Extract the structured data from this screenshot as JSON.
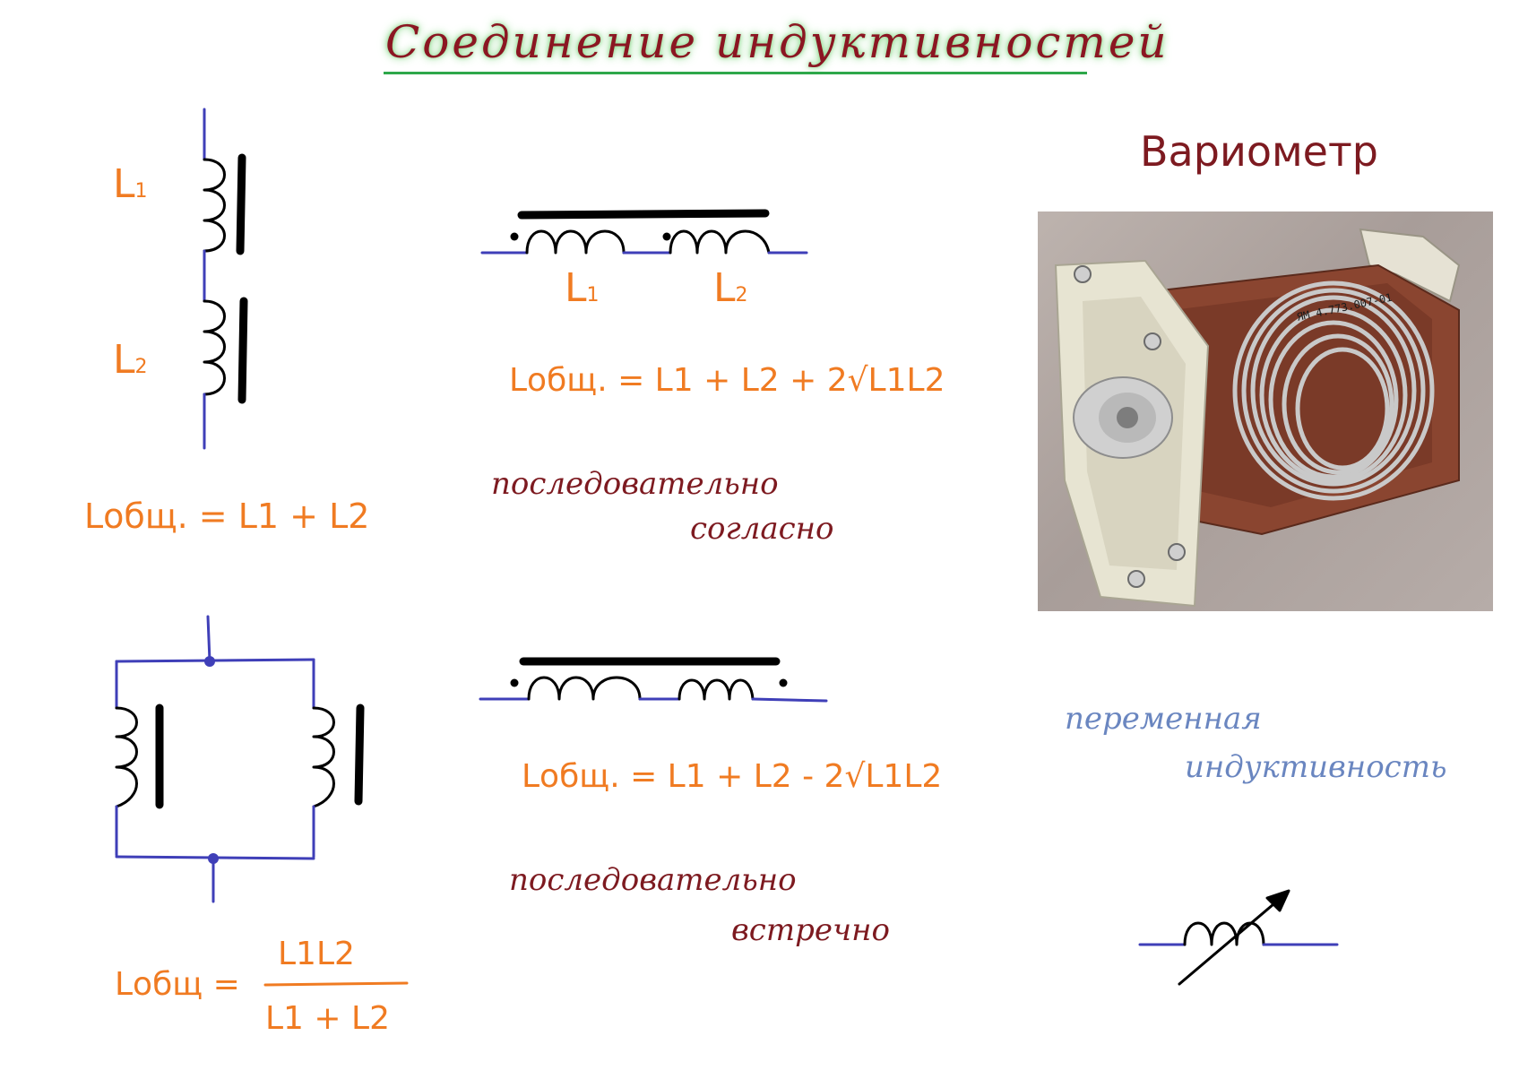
{
  "title": "Соединение индуктивностей",
  "variometer": {
    "heading": "Вариометр",
    "caption_line1": "переменная",
    "caption_line2": "индуктивность",
    "photo_label": "ЯМ 4.773.007-01"
  },
  "series_vertical": {
    "label_L1": "L",
    "label_L1_sub": "1",
    "label_L2": "L",
    "label_L2_sub": "2",
    "formula": "Lобщ. = L1 + L2"
  },
  "series_aiding": {
    "label_L1": "L",
    "label_L1_sub": "1",
    "label_L2": "L",
    "label_L2_sub": "2",
    "formula": "Lобщ. = L1 + L2 + 2√L1L2",
    "caption_line1": "последовательно",
    "caption_line2": "согласно"
  },
  "series_opposing": {
    "formula": "Lобщ. = L1 + L2 - 2√L1L2",
    "caption_line1": "последовательно",
    "caption_line2": "встречно"
  },
  "parallel": {
    "formula_lhs": "Lобщ =",
    "numerator": "L1L2",
    "denominator": "L1 + L2"
  },
  "colors": {
    "wire": "#3f3fb8",
    "coil": "#000000",
    "formula": "#f07b22",
    "caption": "#7d1a20",
    "title_glow": "#6fcf6f",
    "title_underline": "#2ea84a",
    "variometer_caption": "#6a86c0"
  }
}
